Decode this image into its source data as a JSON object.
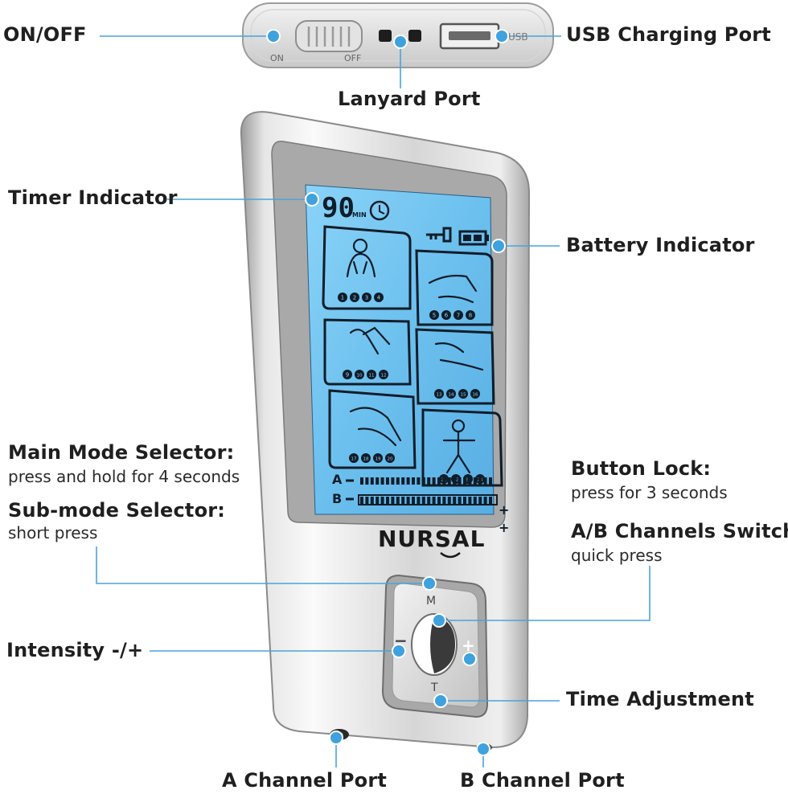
{
  "labels": {
    "on_off": "ON/OFF",
    "usb_port": "USB Charging Port",
    "lanyard_port": "Lanyard Port",
    "timer_indicator": "Timer Indicator",
    "battery_indicator": "Battery Indicator",
    "main_mode_title": "Main Mode Selector:",
    "main_mode_sub": "press and hold for 4 seconds",
    "sub_mode_title": "Sub-mode Selector:",
    "sub_mode_sub": "short press",
    "button_lock_title": "Button Lock:",
    "button_lock_sub": "press for 3 seconds",
    "ab_switch_title": "A/B Channels Switch:",
    "ab_switch_sub": "quick press",
    "intensity": "Intensity -/+",
    "time_adjustment": "Time Adjustment",
    "a_channel_port": "A Channel Port",
    "b_channel_port": "B Channel Port"
  },
  "device": {
    "switch_on": "ON",
    "switch_off": "OFF",
    "usb_text": "USB",
    "brand": "NURSAL",
    "timer_value": "90",
    "timer_unit": "MIN",
    "channel_a": "A",
    "channel_b": "B",
    "btn_m": "M",
    "btn_t": "T",
    "btn_minus": "−",
    "btn_plus": "+",
    "intensity_plus": "+",
    "modes": [
      {
        "nums": [
          "1",
          "2",
          "3",
          "4"
        ]
      },
      {
        "nums": [
          "5",
          "6",
          "7",
          "8"
        ]
      },
      {
        "nums": [
          "9",
          "10",
          "11",
          "12"
        ]
      },
      {
        "nums": [
          "13",
          "14",
          "15",
          "16"
        ]
      },
      {
        "nums": [
          "17",
          "18",
          "19",
          "20"
        ]
      },
      {
        "nums": [
          "21",
          "22",
          "23",
          "24"
        ]
      }
    ]
  },
  "colors": {
    "accent_dot": "#3fa2de",
    "leader_line": "#4aa3db",
    "screen_blue": "#6fc3f2",
    "silver": "#d8d8d8"
  }
}
